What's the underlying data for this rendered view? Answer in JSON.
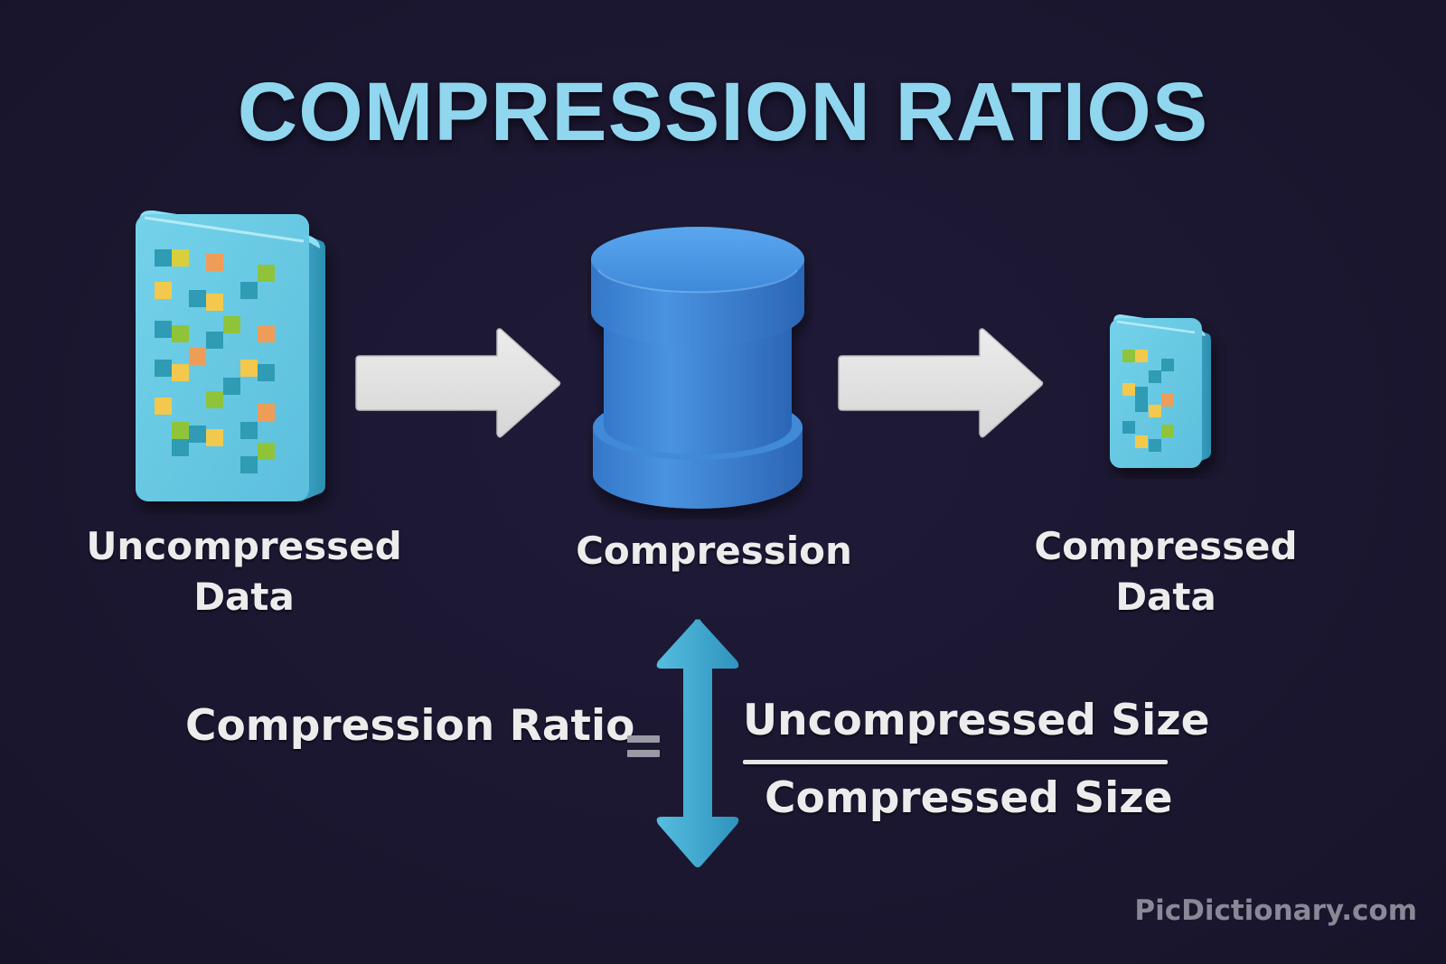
{
  "title": "COMPRESSION RATIOS",
  "flow": {
    "uncompressed": {
      "line1": "Uncompressed",
      "line2": "Data",
      "icon": "data-block-large-icon"
    },
    "compression": {
      "label": "Compression",
      "icon": "database-cylinder-icon"
    },
    "compressed": {
      "line1": "Compressed",
      "line2": "Data",
      "icon": "data-block-small-icon"
    },
    "arrows": [
      "right-arrow-icon",
      "right-arrow-icon"
    ]
  },
  "formula": {
    "lhs": "Compression Ratio",
    "operator": "=",
    "numerator": "Uncompressed Size",
    "denominator": "Compressed Size",
    "arrow_icon": "double-vertical-arrow-icon"
  },
  "watermark": "PicDictionary.com",
  "colors": {
    "background": "#1b1730",
    "title": "#8fd6ee",
    "data_block": "#6ccbe4",
    "cylinder": "#3d8ad9",
    "arrow": "#e4e4e4",
    "double_arrow": "#3fa6cc",
    "pixel_teal": "#2f9bb4",
    "pixel_yellow": "#f2c94c",
    "pixel_orange": "#ee9d58",
    "pixel_green": "#8fc43a"
  }
}
